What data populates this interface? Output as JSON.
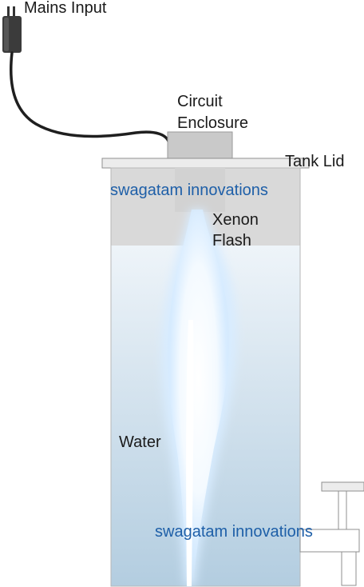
{
  "labels": {
    "mains_input": "Mains Input",
    "circuit_enclosure_line1": "Circuit",
    "circuit_enclosure_line2": "Enclosure",
    "tank_lid": "Tank Lid",
    "xenon_flash_line1": "Xenon",
    "xenon_flash_line2": "Flash",
    "water": "Water"
  },
  "watermarks": {
    "top": "swagatam innovations",
    "bottom": "swagatam innovations"
  },
  "colors": {
    "watermark": "#1e5fa8",
    "text": "#1a1a1a",
    "water_top": "#e9f1f7",
    "water_bottom": "#b5cfe1",
    "air_gap": "#d8d8d8",
    "enclosure": "#c9c9c9",
    "lid": "#ececec",
    "plug": "#333333",
    "flash": "#ffffff",
    "flash_glow": "#cfe8ff"
  }
}
